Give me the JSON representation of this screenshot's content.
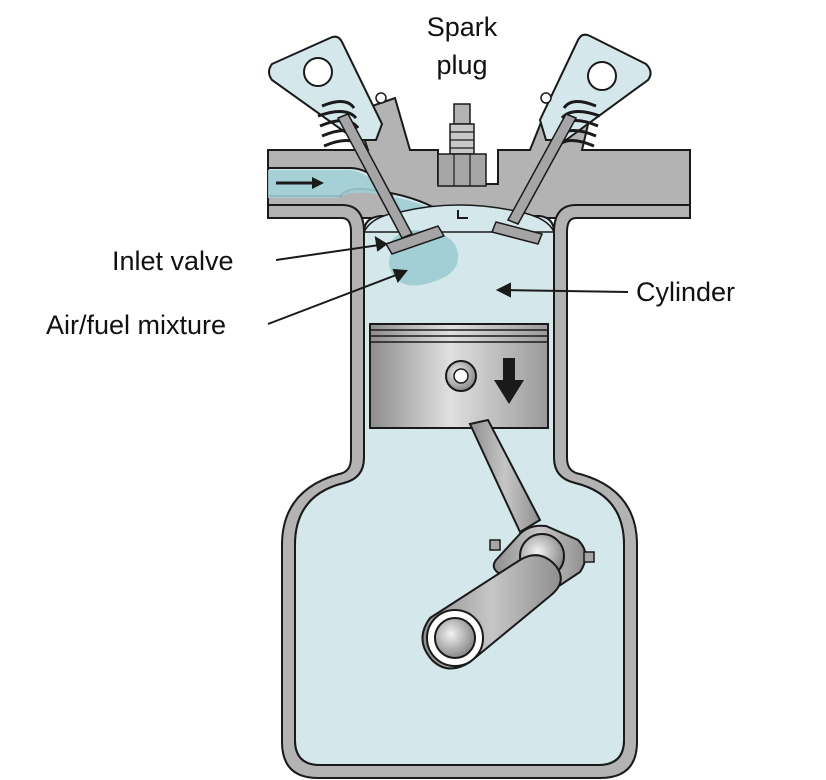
{
  "labels": {
    "spark_plug": [
      "Spark",
      "plug"
    ],
    "inlet_valve": "Inlet valve",
    "air_fuel_mixture": "Air/fuel mixture",
    "cylinder": "Cylinder"
  },
  "colors": {
    "chamber_fill": "#d4e7eb",
    "mixture_fill": "#9fcdd4",
    "metal_fill": "#a5a5a5",
    "head_fill": "#b3b3b3",
    "outline": "#1a1a1a",
    "label_text": "#111111"
  },
  "icons": {
    "intake_flow": "arrow-right-icon",
    "piston_motion": "arrow-down-icon"
  }
}
